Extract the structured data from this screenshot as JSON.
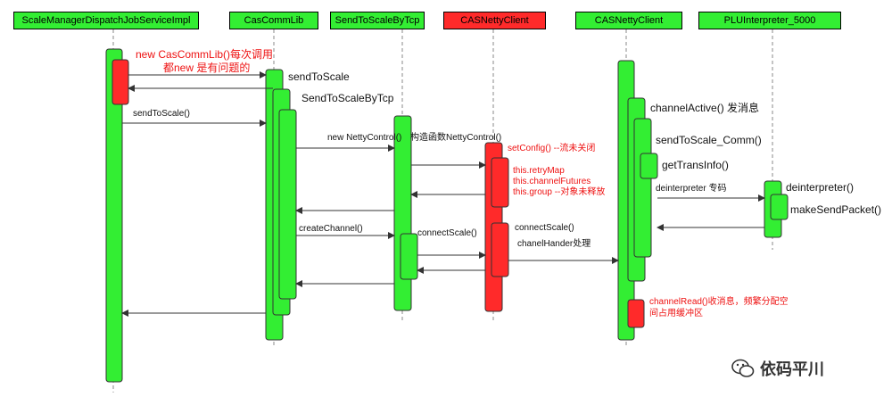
{
  "participants": [
    {
      "id": "p1",
      "label": "ScaleManagerDispatchJobServiceImpl",
      "color": "#33ee33"
    },
    {
      "id": "p2",
      "label": "CasCommLib",
      "color": "#33ee33"
    },
    {
      "id": "p3",
      "label": "SendToScaleByTcp",
      "color": "#33ee33"
    },
    {
      "id": "p4",
      "label": "CASNettyClient",
      "color": "#ff2a2a"
    },
    {
      "id": "p5",
      "label": "CASNettyClient",
      "color": "#33ee33"
    },
    {
      "id": "p6",
      "label": "PLUInterpreter_5000",
      "color": "#33ee33"
    }
  ],
  "messages": {
    "m1": "sendToScale",
    "m2": "SendToScaleByTcp",
    "m3": "sendToScale()",
    "m4": "new NettyControl()",
    "m5": "构造函数NettyControl()",
    "m6": "createChannel()",
    "m7": "connectScale()",
    "m8": "connectScale()",
    "m9": "chanelHander处理",
    "m10": "channelActive() 发消息",
    "m11": "sendToScale_Comm()",
    "m12": "getTransInfo()",
    "m13": "deinterpreter 专码",
    "m14": "deinterpreter()",
    "m15": "makeSendPacket()"
  },
  "notes": {
    "n1": "new CasCommLib()每次调用",
    "n2": "都new 是有问题的",
    "n3": "setConfig() --流未关闭",
    "n4a": "this.retryMap",
    "n4b": "this.channelFutures",
    "n4c": "this.group  --对象未释放",
    "n5a": "channelRead()收消息，频繁分配空",
    "n5b": "间占用缓冲区"
  },
  "watermark": "依码平川",
  "icon": "wechat-icon"
}
